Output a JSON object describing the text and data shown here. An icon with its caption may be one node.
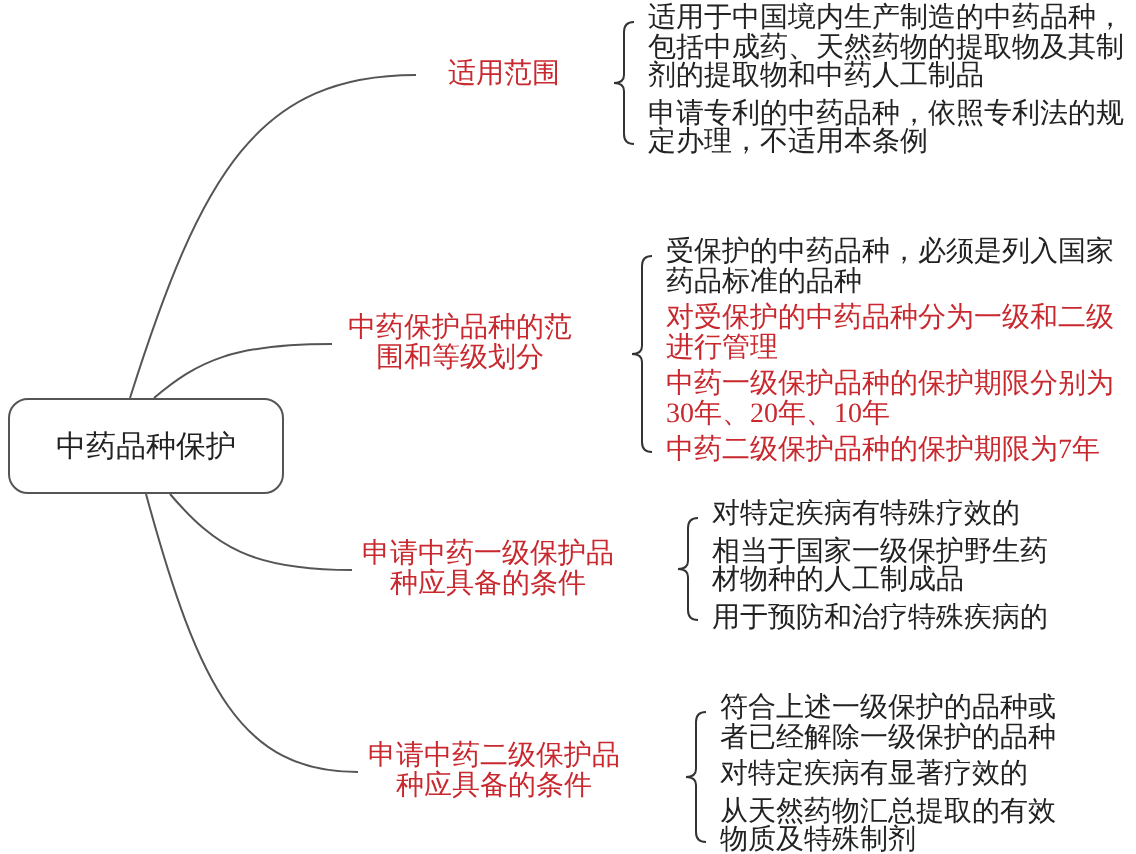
{
  "diagram": {
    "nodes": [
      {
        "text": [
          "中药品种保护"
        ]
      },
      {
        "text": [
          "适用范围"
        ],
        "beside": [
          "适用于中国境内生产制造的中药品种，包括中成药、天然药物的提取物及其制剂的提取物和中药人工制品",
          "申请专利的中药品种，依照专利法的规定办理，不适用本条例"
        ]
      },
      {
        "text": [
          "中药保护品种的范围和等级划分"
        ],
        "beside": [
          "受保护的中药品种，必须是列入国家药品标准的品种",
          "对受保护的中药品种分为一级和二级进行管理",
          "中药一级保护品种的保护期限分别为30年、20年、10年",
          "中药二级保护品种的保护期限为7年"
        ]
      },
      {
        "text": [
          "申请中药一级保护品种应具备的条件"
        ],
        "beside": [
          "对特定疾病有特殊疗效的",
          "相当于国家一级保护野生药材物种的人工制成品",
          "用于预防和治疗特殊疾病的"
        ]
      },
      {
        "text": [
          "申请中药二级保护品种应具备的条件"
        ],
        "beside": [
          "符合上述一级保护的品种或者已经解除一级保护的品种",
          "对特定疾病有显著疗效的",
          "从天然药物汇总提取的有效物质及特殊制剂"
        ]
      }
    ],
    "edges": [
      {
        "from": 0,
        "to": 1,
        "arrow": "none"
      },
      {
        "from": 0,
        "to": 2,
        "arrow": "none"
      },
      {
        "from": 0,
        "to": 3,
        "arrow": "none"
      },
      {
        "from": 0,
        "to": 4,
        "arrow": "none"
      }
    ]
  }
}
